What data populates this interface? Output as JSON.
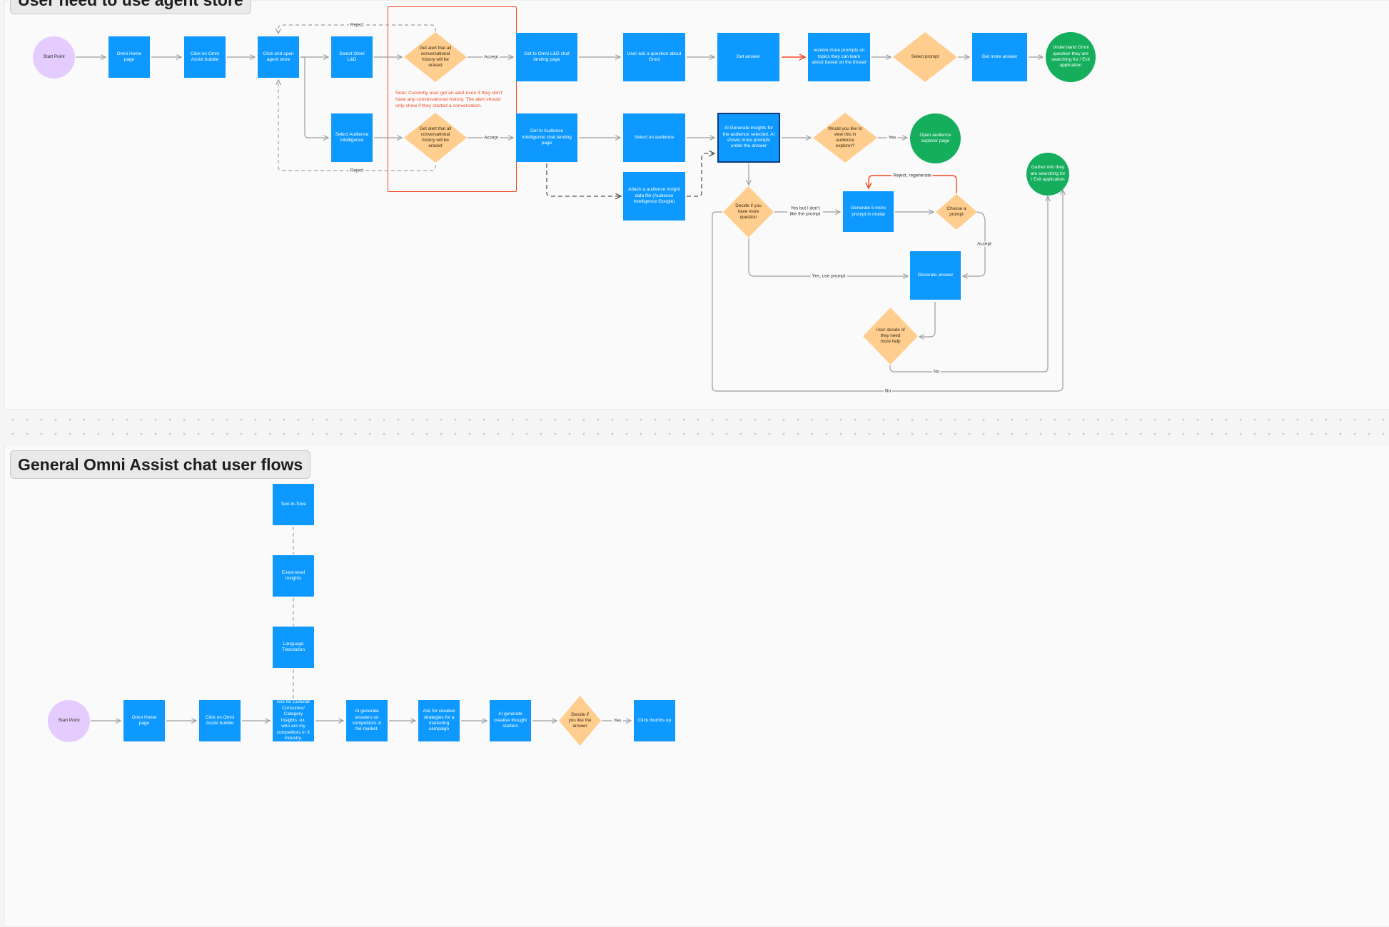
{
  "sections": {
    "agent_store_title": "User need to use agent store",
    "general_title": "General Omni Assist chat user flows"
  },
  "flow1": {
    "start": "Start Point",
    "omni_home": "Omni Home page",
    "click_bubble": "Click on Omni Assist bubble",
    "open_store": "Click and open agent store",
    "select_ld": "Select Omni L&D",
    "alert_top": "Get alert that all conversational history will be erased",
    "get_ld_landing": "Get to Omni L&D chat landing page",
    "ask_question": "User ask a question about Omni",
    "get_answer": "Get answer",
    "receive_prompts": "receive more prompts on topics they can learn about based on the thread",
    "select_prompt": "Select prompt",
    "get_more_answer": "Get more answer",
    "understand_end": "Understand Omni question they are searching for / Exit application",
    "select_ai": "Select Audience Intelligence",
    "alert_bottom": "Get alert that all conversational history will be erased",
    "get_ai_landing": "Get to Audience Intelligence chat landing page",
    "select_audience": "Select an audience",
    "attach_file": "Attach a audience insight data file (Audience Intelligence Google)",
    "ai_generate": "AI Generate insights for the audience selected. AI shows more prompts under the answer",
    "would_view": "Would you like to view this in audience explorer?",
    "open_explorer": "Open audience explorer page",
    "decide_more": "Decide if you have more question",
    "gen_5": "Generate 5 more prompt in modal",
    "choose_prompt": "Choose a prompt",
    "gen_answer": "Generate answer",
    "gather_end": "Gather info they are searching for / Exit application",
    "user_decide": "User decide of they need more help",
    "note": "Note: Currently user get an alert even if they don't have any conversational history. The alert should only show if they started a conversation.",
    "lbl_reject_top": "Reject",
    "lbl_accept_top": "Accept",
    "lbl_accept_bottom": "Accept",
    "lbl_reject_bottom": "Reject",
    "lbl_yes_view": "Yes",
    "lbl_reject_regen": "Reject, regenerate",
    "lbl_yes_dont_like": "Yes but I don't like the prompt",
    "lbl_accept_choose": "Accept",
    "lbl_yes_use": "Yes, use prompt",
    "lbl_no_inner": "No",
    "lbl_no_outer": "No"
  },
  "flow2": {
    "start": "Start Point",
    "omni_home": "Omni Home page",
    "click_bubble": "Click on Omni Assist bubble",
    "ask_cultural": "Ask for Cultural/ Consumer/ Category Insights. ex. who are my competitors in X industry.",
    "ai_competitors": "AI generate answers on competitors in the market.",
    "ask_creative": "Ask for creative strategies for a marketing campaign",
    "ai_creative": "AI generate creative thought starters",
    "decide_like": "Decide if you like the answer",
    "thumbs_up": "Click thumbs up",
    "text_in_tone": "Text-In-Tone",
    "event_insights": "Event-level Insights",
    "language_translation": "Language Translation",
    "lbl_yes": "Yes"
  },
  "colors": {
    "rect": "#0d99ff",
    "diamond": "#ffcd8e",
    "start": "#e4ccff",
    "end": "#14ae5c",
    "alert": "#f24822",
    "connector": "#9e9e9e"
  }
}
